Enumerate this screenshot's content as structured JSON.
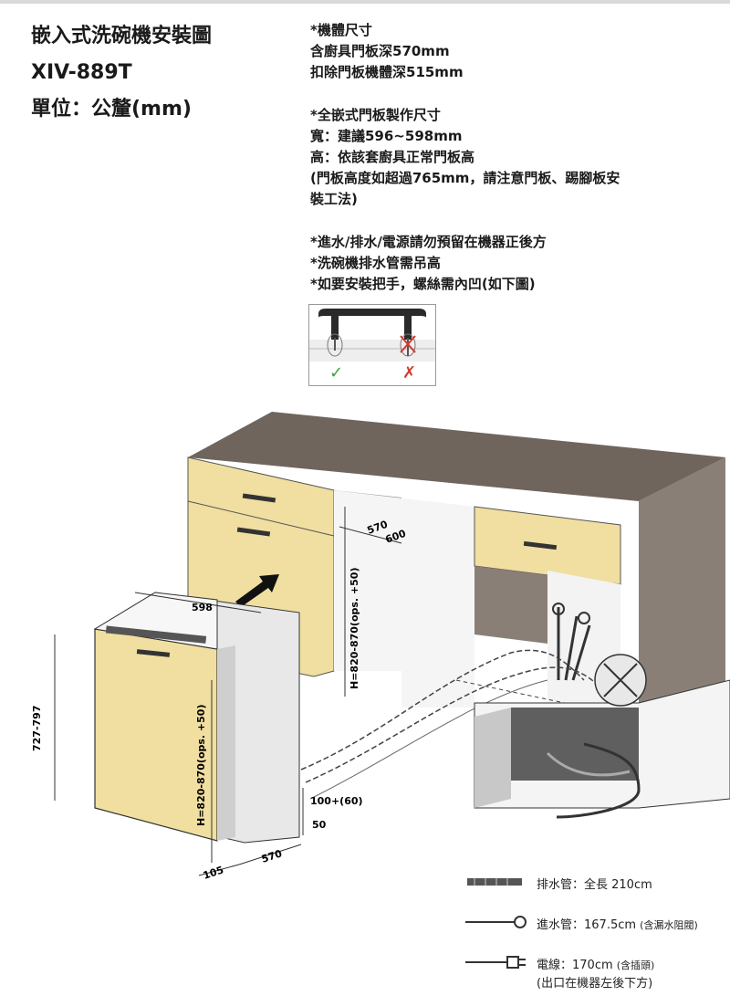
{
  "header": {
    "title": "嵌入式洗碗機安裝圖",
    "model": "XIV-889T",
    "unit": "單位：公釐(mm)"
  },
  "specs": {
    "body_size": {
      "title": "*機體尺寸",
      "lines": [
        "含廚具門板深570mm",
        "扣除門板機體深515mm"
      ]
    },
    "panel_size": {
      "title": "*全嵌式門板製作尺寸",
      "lines": [
        "寬：建議596~598mm",
        "高：依該套廚具正常門板高",
        "(門板高度如超過765mm，請注意門板、踢腳板安",
        "裝工法)"
      ]
    },
    "notes": [
      "*進水/排水/電源請勿預留在機器正後方",
      "*洗碗機排水管需吊高",
      "*如要安裝把手，螺絲需內凹(如下圖)"
    ]
  },
  "handle_example": {
    "ok_mark": "✓",
    "ng_mark": "✗"
  },
  "dimensions": {
    "depth_570": "570",
    "depth_600": "600",
    "cabinet_height": "H=820-870(ops. +50)",
    "unit_height": "H=820-870(ops. +50)",
    "width_598": "598",
    "body_height": "727-797",
    "plinth": "100+(60)",
    "plinth_gap": "50",
    "base_depth": "570",
    "door_depth": "105"
  },
  "legend": {
    "drain": "排水管：全長 210cm",
    "inlet": "進水管：167.5cm",
    "inlet_note": "(含漏水阻閥)",
    "power": "電線：170cm",
    "power_note": "(含插頭)",
    "power_sub": "(出口在機器左後下方)"
  },
  "colors": {
    "cabinet_top": "#6f655d",
    "cabinet_side": "#8a7f76",
    "door_panel": "#f0dfa0",
    "machine_body": "#e8e8e8",
    "ok_green": "#3aa53a",
    "ng_red": "#d33a2c"
  }
}
